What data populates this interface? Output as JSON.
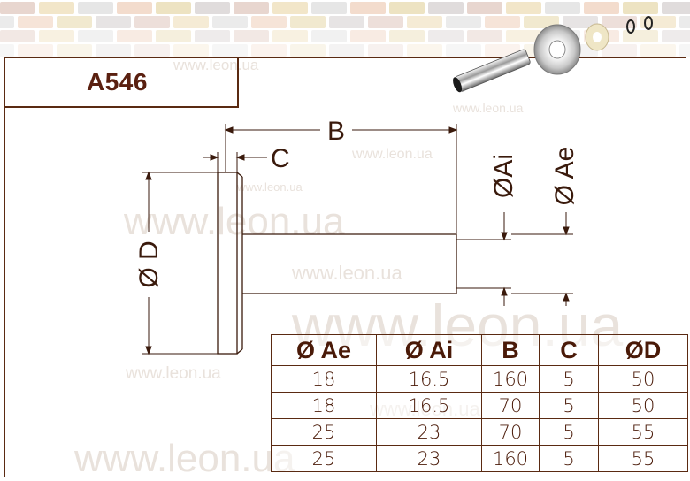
{
  "product": {
    "code": "A546"
  },
  "watermark": {
    "text": "www.leon.ua"
  },
  "dimensions": {
    "B": "B",
    "C": "C",
    "D": "Ø D",
    "Ai": "ØAi",
    "Ae": "Ø Ae"
  },
  "spec_table": {
    "headers": [
      "Ø Ae",
      "Ø Ai",
      "B",
      "C",
      "ØD"
    ],
    "rows": [
      [
        "18",
        "16.5",
        "160",
        "5",
        "50"
      ],
      [
        "18",
        "16.5",
        "70",
        "5",
        "50"
      ],
      [
        "25",
        "23",
        "70",
        "5",
        "55"
      ],
      [
        "25",
        "23",
        "160",
        "5",
        "55"
      ]
    ]
  },
  "colors": {
    "frame": "#5a2a12",
    "text": "#4a1a08",
    "tile_palette": [
      "#e8d6cf",
      "#f2e6c9",
      "#e6e6e6",
      "#f3dccd",
      "#ede3c2",
      "#e0dcdc"
    ]
  },
  "product_image": {
    "icon": "tube-washer-rings-photo"
  }
}
